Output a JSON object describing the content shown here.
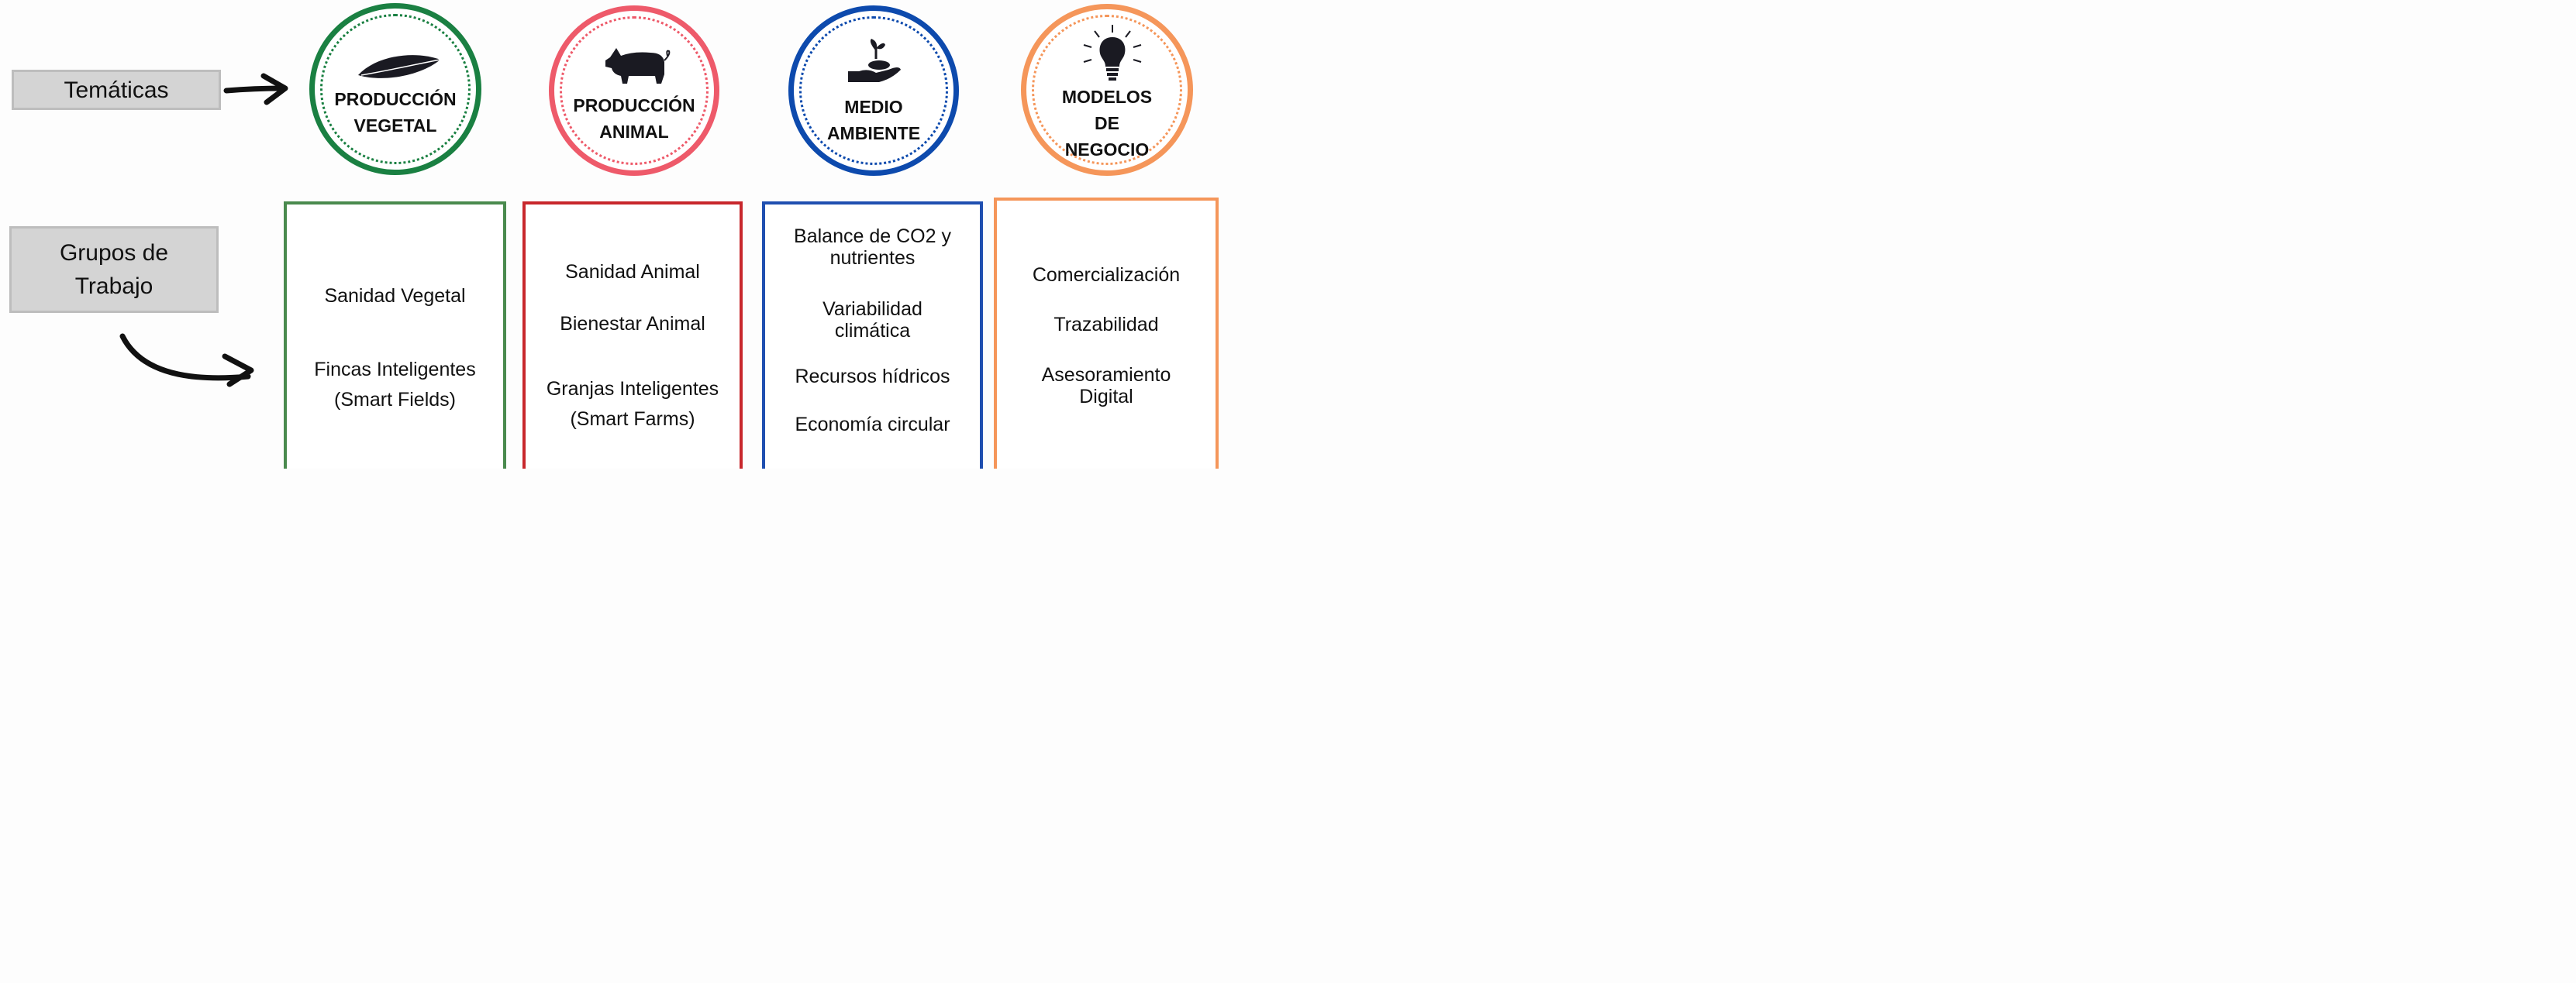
{
  "rows": {
    "themes_label": "Temáticas",
    "groups_label_line1": "Grupos de",
    "groups_label_line2": "Trabajo"
  },
  "themes": [
    {
      "title": "PRODUCCIÓN\nVEGETAL",
      "icon": "leaf-icon",
      "color": "#1a8042"
    },
    {
      "title": "PRODUCCIÓN\nANIMAL",
      "icon": "pig-icon",
      "color": "#ee5a6a"
    },
    {
      "title": "MEDIO\nAMBIENTE",
      "icon": "hand-sprout-icon",
      "color": "#0d4aad"
    },
    {
      "title": "MODELOS\nDE\nNEGOCIO",
      "icon": "lightbulb-icon",
      "color": "#f5965a"
    }
  ],
  "groups": [
    {
      "color": "#4a8a4e",
      "items": [
        "Sanidad Vegetal",
        "Fincas Inteligentes\n(Smart Fields)"
      ]
    },
    {
      "color": "#c8272c",
      "items": [
        "Sanidad Animal",
        "Bienestar Animal",
        "Granjas Inteligentes\n(Smart Farms)"
      ]
    },
    {
      "color": "#1f4fb0",
      "items": [
        "Balance de CO2 y\nnutrientes",
        "Variabilidad\nclimática",
        "Recursos hídricos",
        "Economía circular"
      ]
    },
    {
      "color": "#f5965a",
      "items": [
        "Comercialización",
        "Trazabilidad",
        "Asesoramiento\nDigital"
      ]
    }
  ]
}
